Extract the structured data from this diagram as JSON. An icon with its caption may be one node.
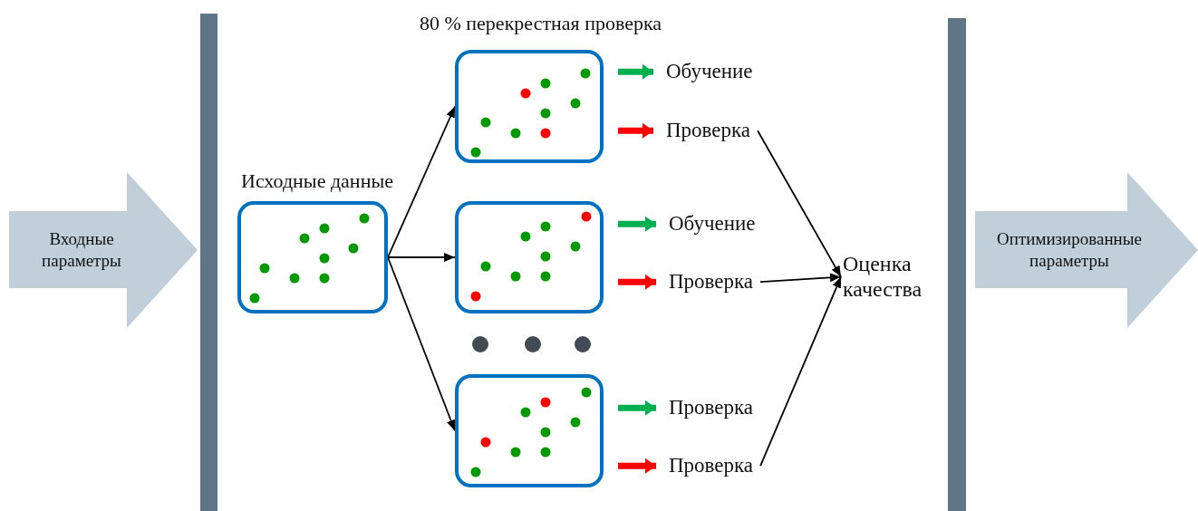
{
  "diagram": {
    "nodes": [
      {
        "text": [
          "Входные параметры"
        ]
      },
      {
        "text": [
          "Исходные данные"
        ]
      },
      {
        "text": [],
        "shape": "box"
      },
      {
        "text": [],
        "shape": "box"
      },
      {
        "text": [],
        "shape": "box"
      },
      {
        "text": [
          "Обучение"
        ]
      },
      {
        "text": [
          "Проверка"
        ]
      },
      {
        "text": [
          "Обучение"
        ]
      },
      {
        "text": [
          "Проверка"
        ]
      },
      {
        "text": [
          "Проверка"
        ]
      },
      {
        "text": [
          "Проверка"
        ]
      },
      {
        "text": [
          "Оценка качества"
        ]
      },
      {
        "text": [
          "Оптимизированные параметры"
        ]
      },
      {
        "text": [],
        "shape": "bar"
      },
      {
        "text": [],
        "shape": "bar"
      }
    ],
    "edges": [
      {
        "from": 1,
        "to": 2,
        "arrow": "to"
      },
      {
        "from": 1,
        "to": 3,
        "arrow": "to"
      },
      {
        "from": 1,
        "to": 4,
        "arrow": "to"
      },
      {
        "from": 2,
        "to": 5,
        "arrow": "to",
        "style": "thick",
        "color": "#00b050"
      },
      {
        "from": 2,
        "to": 6,
        "arrow": "to",
        "style": "thick",
        "color": "#ff0000"
      },
      {
        "from": 3,
        "to": 7,
        "arrow": "to",
        "style": "thick",
        "color": "#00b050"
      },
      {
        "from": 3,
        "to": 8,
        "arrow": "to",
        "style": "thick",
        "color": "#ff0000"
      },
      {
        "from": 4,
        "to": 9,
        "arrow": "to",
        "style": "thick",
        "color": "#00b050"
      },
      {
        "from": 4,
        "to": 10,
        "arrow": "to",
        "style": "thick",
        "color": "#ff0000"
      },
      {
        "from": 6,
        "to": 11,
        "arrow": "to"
      },
      {
        "from": 8,
        "to": 11,
        "arrow": "to"
      },
      {
        "from": 10,
        "to": 11,
        "arrow": "to"
      }
    ],
    "labels": [
      "80 % перекрестная проверка"
    ]
  }
}
